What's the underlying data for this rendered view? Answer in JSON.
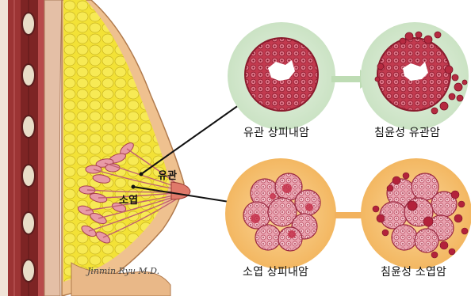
{
  "labels": {
    "duct": "유관",
    "lobule": "소엽",
    "ductal_carcinoma_in_situ": "유관 상피내암",
    "invasive_ductal": "침윤성 유관암",
    "lobular_carcinoma_in_situ": "소엽 상피내암",
    "invasive_lobular": "침윤성 소엽암"
  },
  "signature": "Jinmin Ryu M.D.",
  "colors": {
    "duct_circle_bg": "#cfe6c9",
    "lobule_circle_bg": "#f6c16e",
    "arrow_green": "#b9d9b0",
    "arrow_orange": "#f3b766",
    "cell_red": "#b3283c",
    "cell_pink": "#e58b9a",
    "fat_yellow": "#f2e033",
    "muscle_red": "#8e2c2c",
    "skin": "#efc08f"
  }
}
